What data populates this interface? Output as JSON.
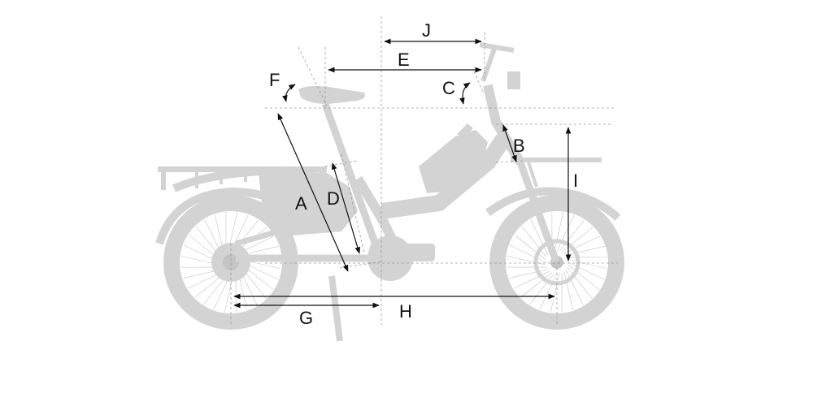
{
  "dimensions": {
    "A": "A",
    "B": "B",
    "C": "C",
    "D": "D",
    "E": "E",
    "F": "F",
    "G": "G",
    "H": "H",
    "I": "I",
    "J": "J"
  },
  "colors": {
    "bike_silhouette": "#d3d3d3",
    "dimension_lines": "#111111",
    "reference_lines": "#9a9a9a"
  }
}
